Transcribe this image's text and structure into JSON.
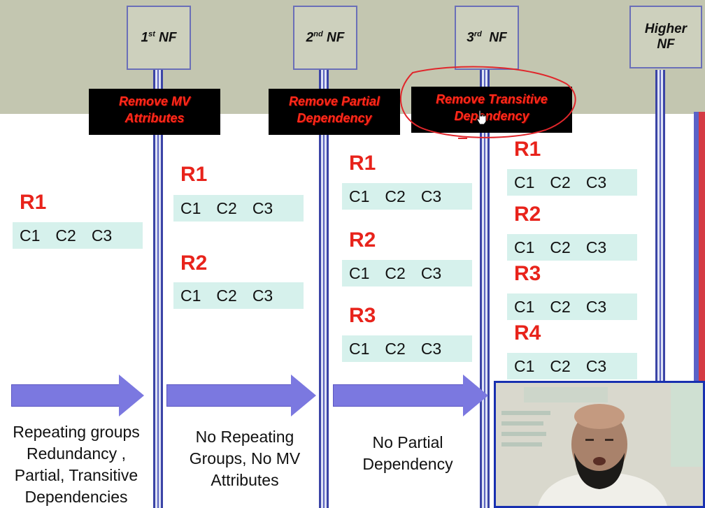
{
  "stages": [
    {
      "label_main": "1",
      "label_sup": "st",
      "label_tail": " NF"
    },
    {
      "label_main": "2",
      "label_sup": "nd",
      "label_tail": " NF"
    },
    {
      "label_main": "3",
      "label_sup": "rd",
      "label_tail": "  NF"
    },
    {
      "label_main": "Higher",
      "label_sup": "",
      "label_tail": "NF"
    }
  ],
  "steps": [
    {
      "line1": "Remove MV",
      "line2": "Attributes"
    },
    {
      "line1": "Remove Partial",
      "line2": "Dependency"
    },
    {
      "line1": "Remove Transitive",
      "line2": "Dependency"
    }
  ],
  "columns": [
    "C1",
    "C2",
    "C3"
  ],
  "relations": {
    "stage0": [
      "R1"
    ],
    "stage1": [
      "R1",
      "R2"
    ],
    "stage2": [
      "R1",
      "R2",
      "R3"
    ],
    "stage3": [
      "R1",
      "R2",
      "R3",
      "R4"
    ]
  },
  "descriptions": [
    {
      "lines": [
        "Repeating groups",
        "Redundancy ,",
        "Partial, Transitive",
        "Dependencies"
      ]
    },
    {
      "lines": [
        "No Repeating",
        "Groups, No MV",
        "Attributes"
      ]
    },
    {
      "lines": [
        "No Partial",
        "Dependency"
      ]
    }
  ],
  "colors": {
    "relation_label": "#e8231b",
    "column_bg": "#d6f1ec",
    "arrow": "#7b78e0",
    "step_text": "#ff2a1a",
    "annotation": "#e0262b"
  },
  "icons": {
    "cursor": "hand-pointer-icon",
    "webcam": "presenter-webcam"
  }
}
